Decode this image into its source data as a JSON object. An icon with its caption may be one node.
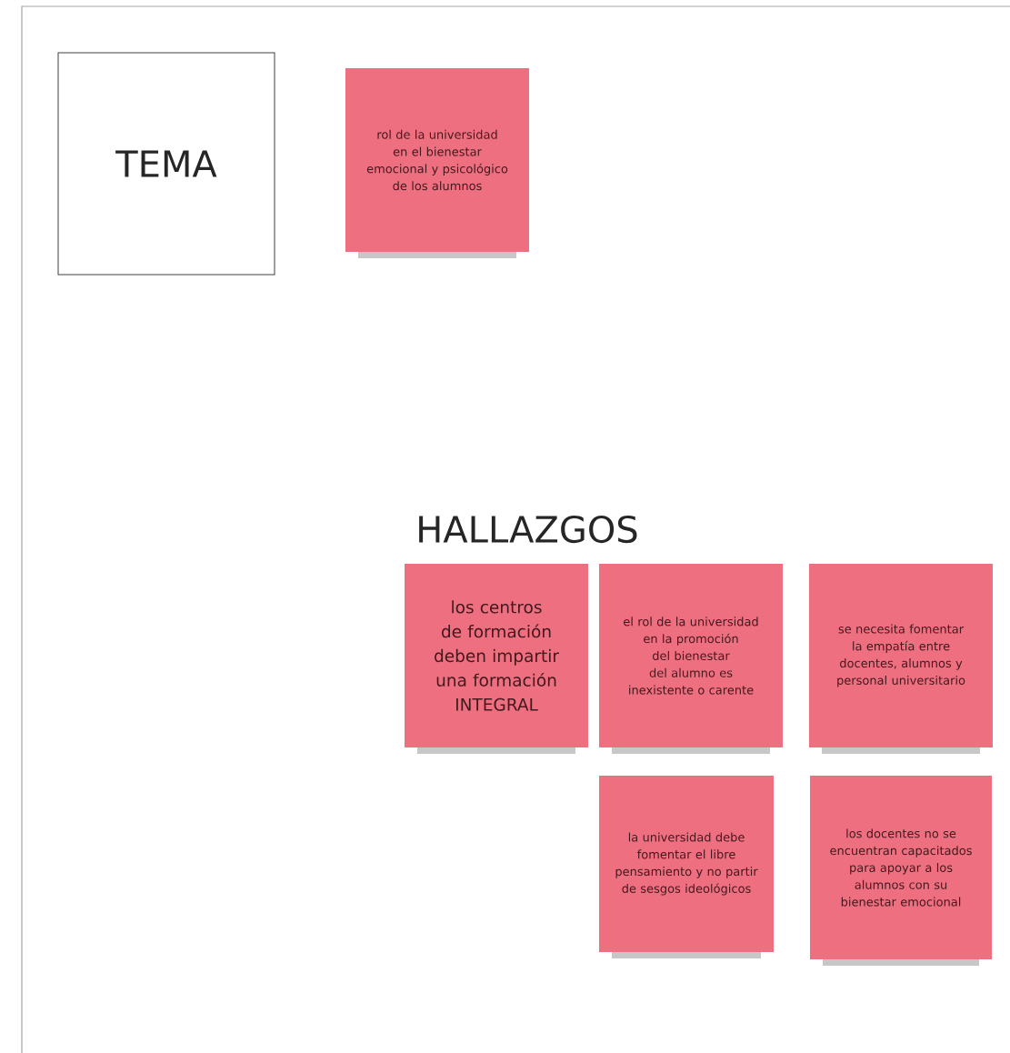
{
  "diagram": {
    "nodes": [
      {
        "text": [
          "TEMA"
        ]
      },
      {
        "text": [
          "rol de la universidad en el bienestar emocional y psicológico de los alumnos"
        ]
      },
      {
        "text": [
          "los centros de formación deben impartir una formación INTEGRAL"
        ]
      },
      {
        "text": [
          "el rol de la universidad en la promoción del bienestar del alumno es inexistente o carente"
        ]
      },
      {
        "text": [
          "se necesita fomentar la empatía entre docentes, alumnos y personal universitario"
        ]
      },
      {
        "text": [
          "la universidad debe fomentar el libre pensamiento y no partir de sesgos ideológicos"
        ]
      },
      {
        "text": [
          "los docentes no se encuentran capacitados para apoyar a los alumnos con su bienestar emocional"
        ]
      }
    ],
    "labels": [
      "HALLAZGOS"
    ]
  }
}
